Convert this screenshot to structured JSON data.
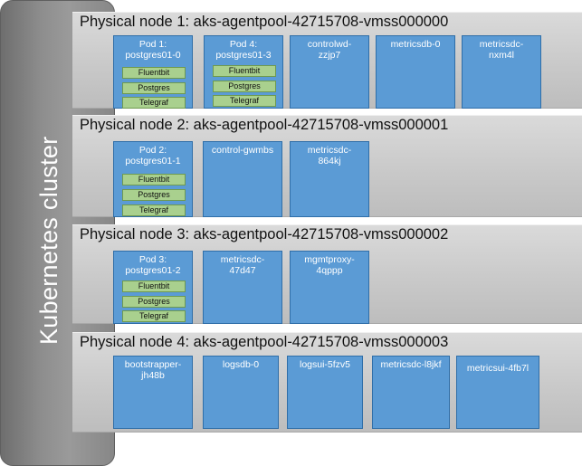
{
  "cluster": {
    "label": "Kubernetes cluster"
  },
  "nodes": [
    {
      "title": "Physical node 1: aks-agentpool-42715708-vmss000000",
      "pods": [
        {
          "line1": "Pod 1:",
          "line2": "postgres01-0",
          "containers": [
            "Fluentbit",
            "Postgres",
            "Telegraf"
          ]
        },
        {
          "line1": "Pod 4:",
          "line2": "postgres01-3",
          "containers": [
            "Fluentbit",
            "Postgres",
            "Telegraf"
          ]
        },
        {
          "line1": "controlwd-",
          "line2": "zzjp7"
        },
        {
          "line1": "metricsdb-0",
          "line2": ""
        },
        {
          "line1": "metricsdc-",
          "line2": "nxm4l"
        }
      ]
    },
    {
      "title": "Physical node 2: aks-agentpool-42715708-vmss000001",
      "pods": [
        {
          "line1": "Pod 2:",
          "line2": "postgres01-1",
          "containers": [
            "Fluentbit",
            "Postgres",
            "Telegraf"
          ]
        },
        {
          "line1": "control-gwmbs",
          "line2": ""
        },
        {
          "line1": "metricsdc-",
          "line2": "864kj"
        }
      ]
    },
    {
      "title": "Physical node 3: aks-agentpool-42715708-vmss000002",
      "pods": [
        {
          "line1": "Pod 3:",
          "line2": "postgres01-2",
          "containers": [
            "Fluentbit",
            "Postgres",
            "Telegraf"
          ]
        },
        {
          "line1": "metricsdc-",
          "line2": "47d47"
        },
        {
          "line1": "mgmtproxy-",
          "line2": "4qppp"
        }
      ]
    },
    {
      "title": "Physical node 4: aks-agentpool-42715708-vmss000003",
      "pods": [
        {
          "line1": "bootstrapper-",
          "line2": "jh48b"
        },
        {
          "line1": "logsdb-0",
          "line2": ""
        },
        {
          "line1": "logsui-5fzv5",
          "line2": ""
        },
        {
          "line1": "metricsdc-l8jkf",
          "line2": ""
        },
        {
          "line1": "metricsui-4fb7l",
          "line2": ""
        }
      ]
    }
  ]
}
